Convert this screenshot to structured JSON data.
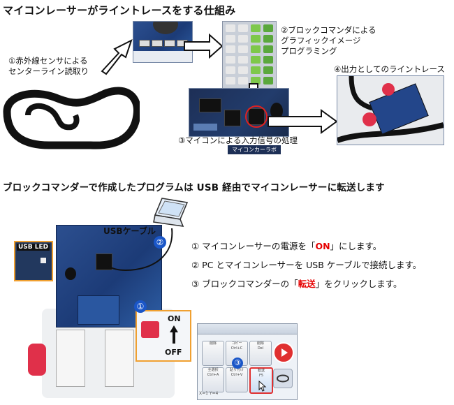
{
  "top": {
    "title": "マイコンレーサーがライントレースをする仕組み",
    "step1": "①赤外線センサによる\nセンターライン読取り",
    "step2": "②ブロックコマンダによる\nグラフィックイメージ\nプログラミング",
    "step3": "③マイコンによる入力信号の処理",
    "step4": "④出力としてのライントレース",
    "board_label": "マイコンカーラボ"
  },
  "bottom": {
    "title": "ブロックコマンダーで作成したプログラムは USB 経由でマイコンレーサーに転送します",
    "usb_cable_label": "USBケーブル",
    "usb_led_label": "USB LED",
    "badge_usb": "②",
    "badge_switch": "①",
    "badge_button": "③",
    "switch_on": "ON",
    "switch_off": "OFF",
    "instructions": [
      {
        "prefix": "① マイコンレーサーの電源を「",
        "highlight": "ON",
        "suffix": "」にします。"
      },
      {
        "prefix": "② PC とマイコンレーサーを USB ケーブルで接続します。",
        "highlight": "",
        "suffix": ""
      },
      {
        "prefix": "③ ブロックコマンダーの「",
        "highlight": "転送",
        "suffix": "」をクリックします。"
      }
    ],
    "app_status": "X=1 Y=4",
    "app_buttons": [
      "削除",
      "コピー\nCtrl+C",
      "削除\nDel",
      "全選択\nCtrl+A",
      "貼り付け\nCtrl+V",
      "転送\nF5"
    ]
  },
  "colors": {
    "accent_red": "#e60000",
    "badge_blue": "#1a56c8",
    "board_blue": "#23468a",
    "wheel_red": "#e0304a"
  }
}
